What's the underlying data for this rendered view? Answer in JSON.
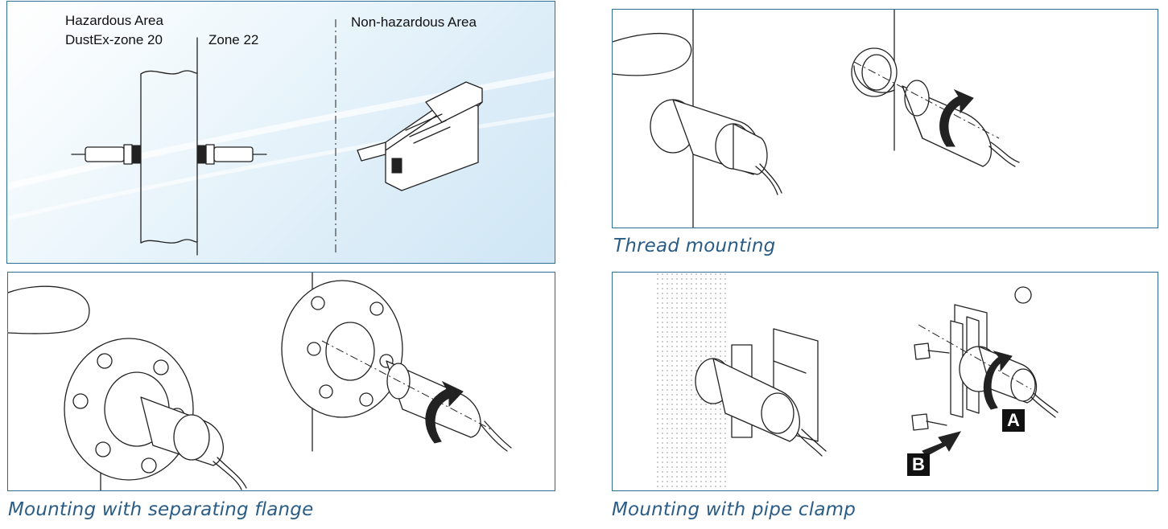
{
  "zones": {
    "hazardous_line1": "Hazardous Area",
    "hazardous_line2": "DustEx-zone 20",
    "zone22": "Zone 22",
    "nonhazardous": "Non-hazardous Area"
  },
  "captions": {
    "thread": "Thread mounting",
    "flange": "Mounting with separating flange",
    "clamp": "Mounting with pipe clamp"
  },
  "clamp_labels": {
    "a": "A",
    "b": "B"
  },
  "colors": {
    "caption": "#2a5c86",
    "panel_border": "#2e6f95"
  }
}
